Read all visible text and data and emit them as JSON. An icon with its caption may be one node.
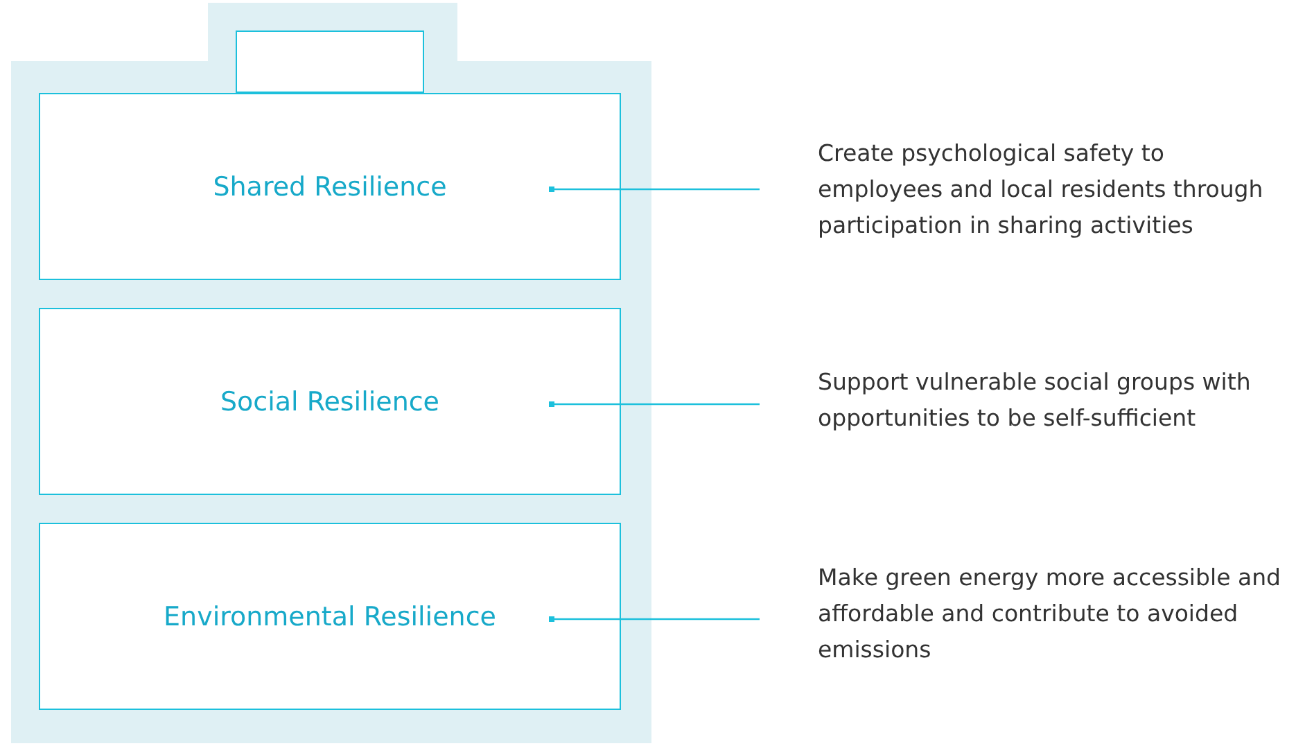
{
  "diagram": {
    "nodes": [
      {
        "text": [],
        "shape": "battery"
      },
      {
        "text": [],
        "shape": "box",
        "in": 0
      },
      {
        "text": [
          "Shared Resilience"
        ],
        "in": 0
      },
      {
        "text": [
          "Social Resilience"
        ],
        "in": 0
      },
      {
        "text": [
          "Environmental Resilience"
        ],
        "in": 0
      },
      {
        "text": [
          "Create psychological safety to employees and local residents through participation in sharing activities"
        ]
      },
      {
        "text": [
          "Support vulnerable social groups with opportunities to be self-sufficient"
        ]
      },
      {
        "text": [
          "Make green energy more accessible and affordable and contribute to avoided emissions"
        ]
      }
    ],
    "edges": [
      {
        "from": 2,
        "to": 5,
        "arrow": "other"
      },
      {
        "from": 3,
        "to": 6,
        "arrow": "other"
      },
      {
        "from": 4,
        "to": 7,
        "arrow": "other"
      }
    ]
  }
}
